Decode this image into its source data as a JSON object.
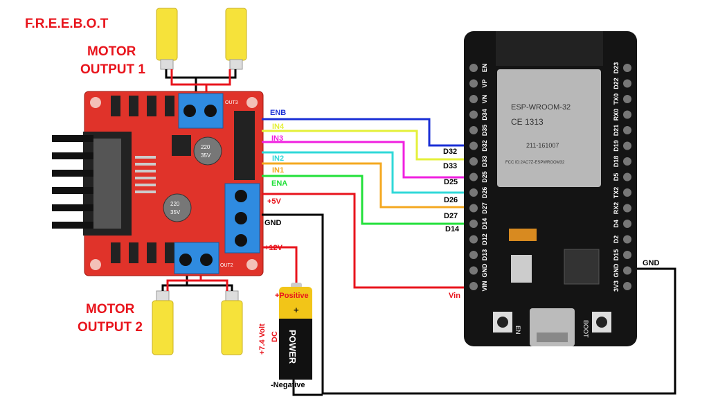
{
  "title": "F.R.E.E.B.O.T",
  "motor_output_1": [
    "MOTOR",
    "OUTPUT 1"
  ],
  "motor_output_2": [
    "MOTOR",
    "OUTPUT 2"
  ],
  "driver": {
    "out_labels": [
      "OUT3",
      "OUT2"
    ],
    "capacitor_text": [
      "220",
      "35V"
    ],
    "pins": [
      {
        "label": "ENB",
        "color": "#1a2fd6",
        "esp_pin": "D32"
      },
      {
        "label": "IN4",
        "color": "#e4f03a",
        "esp_pin": "D33"
      },
      {
        "label": "IN3",
        "color": "#f020e0",
        "esp_pin": "D25"
      },
      {
        "label": "IN2",
        "color": "#30d8d8",
        "esp_pin": "D26"
      },
      {
        "label": "IN1",
        "color": "#f4a820",
        "esp_pin": "D27"
      },
      {
        "label": "ENA",
        "color": "#22e03a",
        "esp_pin": "D14"
      }
    ],
    "power": {
      "plus5v": "+5V",
      "gnd": "GND",
      "plus12v": "+12V"
    }
  },
  "esp32": {
    "vin_label": "Vin",
    "gnd_label": "GND",
    "module_text": [
      "ESP-WROOM-32",
      "CE 1313",
      "211-161007",
      "FCC ID:2AC7Z-ESPWROOM32"
    ],
    "left_pins": [
      "EN",
      "VP",
      "VN",
      "D34",
      "D35",
      "D32",
      "D33",
      "D25",
      "D26",
      "D27",
      "D14",
      "D12",
      "D13",
      "GND",
      "VIN"
    ],
    "right_pins": [
      "D23",
      "D22",
      "TX0",
      "RX0",
      "D21",
      "D19",
      "D18",
      "D5",
      "TX2",
      "RX2",
      "D4",
      "D2",
      "D15",
      "GND",
      "3V3"
    ],
    "buttons": [
      "EN",
      "BOOT"
    ]
  },
  "battery": {
    "positive": "+Positive",
    "negative": "-Negative",
    "brand": "POWER",
    "voltage": [
      "+7.4 Volt",
      "DC"
    ]
  },
  "colors": {
    "power": "#e8141c",
    "ground": "#000000",
    "label_red": "#e8141c"
  }
}
